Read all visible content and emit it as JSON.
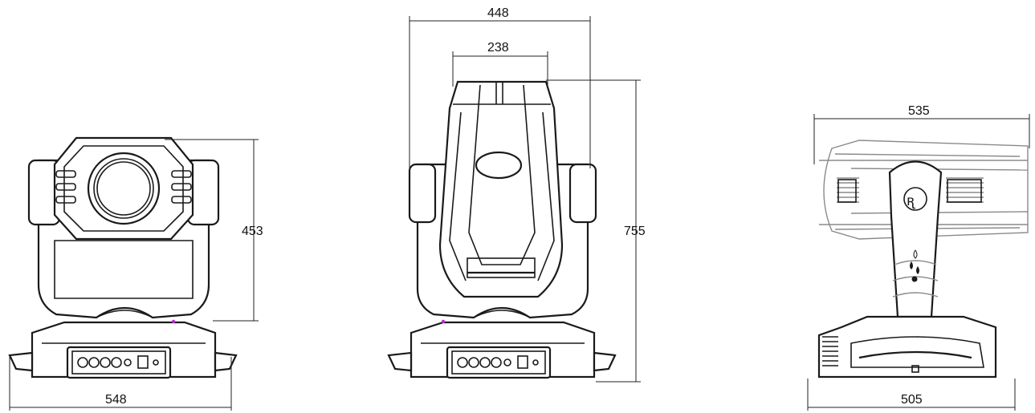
{
  "dimensions": {
    "front_view": {
      "width": "548",
      "height": "453"
    },
    "back_view": {
      "outer_width": "448",
      "inner_width": "238",
      "height": "755"
    },
    "side_view": {
      "head_length": "535",
      "base_length": "505"
    }
  },
  "icons": [
    "logo-mark-icon",
    "water-drop-icon"
  ],
  "colors": {
    "line": "#1a1a1a",
    "accent_dot": "#c026d3",
    "side_grey": "#8a8a8a"
  }
}
